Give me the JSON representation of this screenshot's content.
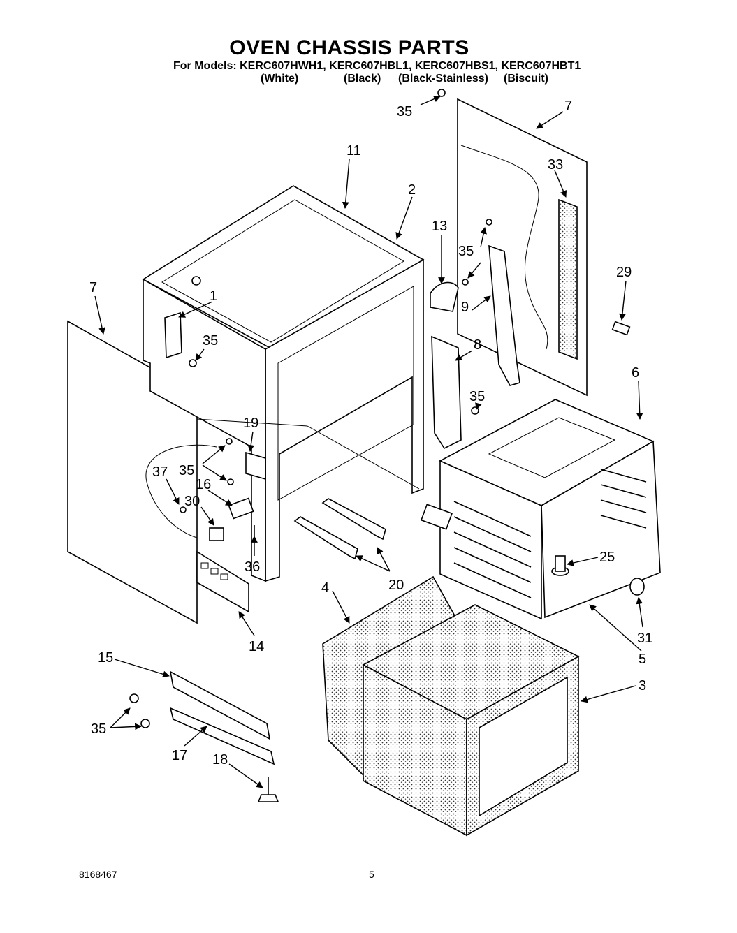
{
  "title": "OVEN CHASSIS PARTS",
  "models_line": "For Models: KERC607HWH1, KERC607HBL1, KERC607HBS1, KERC607HBT1",
  "variants": [
    "(White)",
    "(Black)",
    "(Black-Stainless)",
    "(Biscuit)"
  ],
  "callouts": [
    "35",
    "7",
    "11",
    "33",
    "2",
    "13",
    "35",
    "29",
    "7",
    "1",
    "9",
    "35",
    "8",
    "6",
    "19",
    "35",
    "35",
    "37",
    "16",
    "30",
    "25",
    "36",
    "20",
    "4",
    "14",
    "31",
    "5",
    "15",
    "3",
    "35",
    "17",
    "18"
  ],
  "footer": {
    "doc_number": "8168467",
    "page_number": "5"
  }
}
